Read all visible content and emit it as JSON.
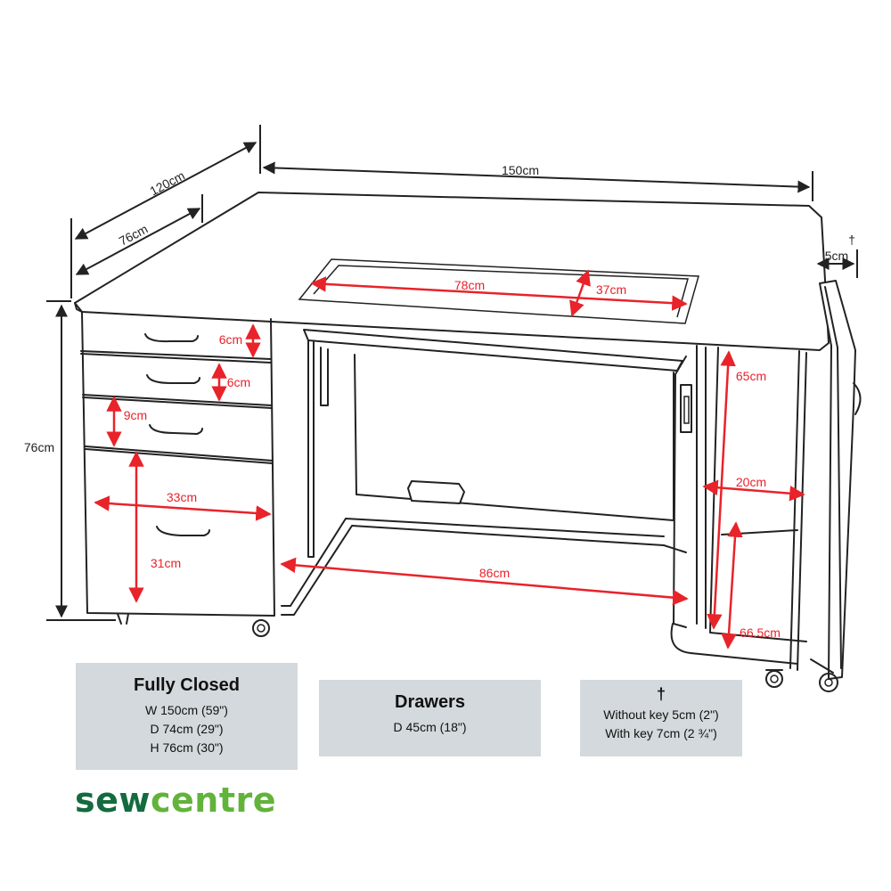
{
  "dimensions": {
    "outer_depth": "120cm",
    "inner_depth": "76cm",
    "width": "150cm",
    "side_gap": "5cm",
    "dagger": "†",
    "height": "76cm",
    "drawer1": "6cm",
    "drawer2": "6cm",
    "drawer3": "9cm",
    "drawer4": "31cm",
    "drawer_width": "33cm",
    "opening_width": "78cm",
    "opening_depth": "37cm",
    "knee_width": "86cm",
    "cabinet_height": "65cm",
    "cabinet_depth": "20cm",
    "cabinet_lower": "66.5cm"
  },
  "info_boxes": {
    "closed": {
      "title": "Fully Closed",
      "rows": [
        "W 150cm (59\")",
        "D 74cm (29\")",
        "H 76cm (30\")"
      ]
    },
    "drawers": {
      "title": "Drawers",
      "rows": [
        "D 45cm (18\")"
      ]
    },
    "key": {
      "title": "†",
      "rows": [
        "Without key 5cm (2\")",
        "With key 7cm (2 ¾\")"
      ]
    }
  },
  "logo": {
    "part1": "sew",
    "part2": "centre"
  },
  "colors": {
    "dimension_red": "#e8232a",
    "box_gray": "#d3d9dc",
    "logo_dark": "#136b3f",
    "logo_light": "#62b33c"
  }
}
